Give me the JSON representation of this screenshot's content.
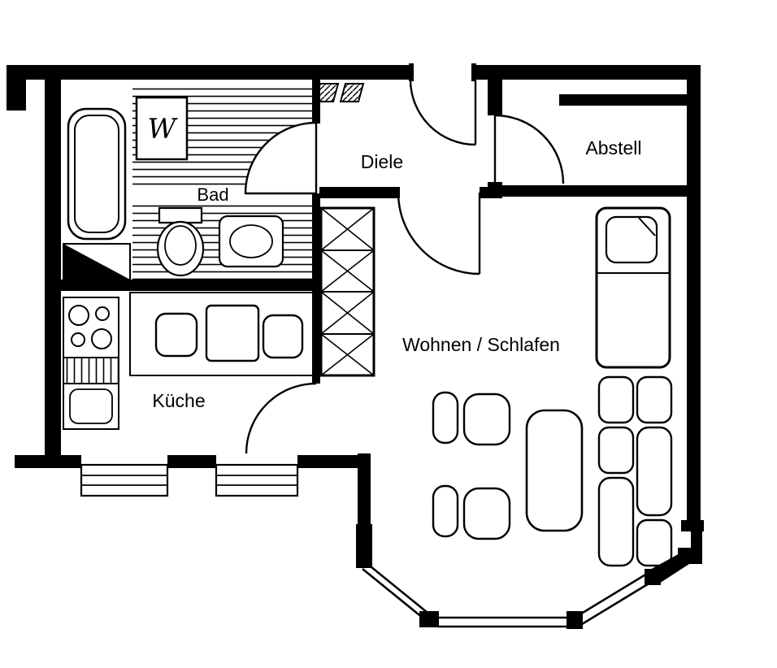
{
  "plan": {
    "background": "#ffffff",
    "wall_color": "#000000",
    "rooms": {
      "bad": {
        "label": "Bad"
      },
      "diele": {
        "label": "Diele"
      },
      "abstell": {
        "label": "Abstell"
      },
      "kueche": {
        "label": "Küche"
      },
      "wohnen_schlafen": {
        "label": "Wohnen / Schlafen"
      }
    },
    "appliances": {
      "waschmaschine": {
        "label": "W"
      }
    }
  }
}
